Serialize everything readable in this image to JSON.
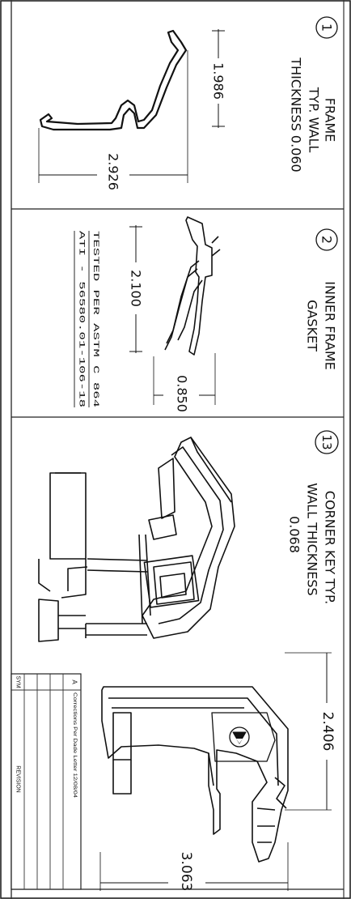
{
  "frame": {
    "number": "1",
    "title_line1": "FRAME",
    "title_line2": "TYP. WALL",
    "title_line3": "THICKNESS 0.060",
    "dim_a": "1.986",
    "dim_b": "2.926"
  },
  "gasket": {
    "number": "2",
    "title_line1": "INNER FRAME",
    "title_line2": "GASKET",
    "dim_a": "2.100",
    "dim_b": "0.850",
    "note_line1": "TESTED PER ASTM C 864",
    "note_line2": "ATI - 56580.01-106-18"
  },
  "corner_key": {
    "number": "13",
    "title_line1": "CORNER KEY TYP.",
    "title_line2": "WALL THICKNESS",
    "title_line3": "0.068",
    "dim_a": "2.406",
    "dim_b": "3.063"
  },
  "revision_block": {
    "rev_letter": "A",
    "rev_desc": "Corrections Per Dade Letter 12/08/04",
    "col_sym": "SYM",
    "col_revision": "REVISION"
  }
}
